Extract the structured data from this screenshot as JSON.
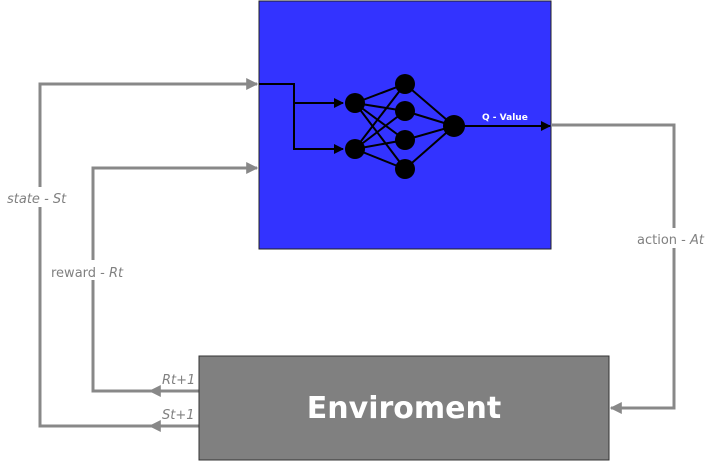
{
  "agent": {
    "output_label": "Q - Value",
    "color": "#3333ff"
  },
  "environment": {
    "label": "Enviroment",
    "color": "#808080"
  },
  "labels": {
    "state_prefix": "state - ",
    "state_var": "St",
    "reward_prefix": "reward - ",
    "reward_var": "Rt",
    "action_prefix": "action - ",
    "action_var": "At",
    "next_reward": "Rt+1",
    "next_state": "St+1"
  },
  "network": {
    "layers": [
      2,
      4,
      1
    ]
  }
}
